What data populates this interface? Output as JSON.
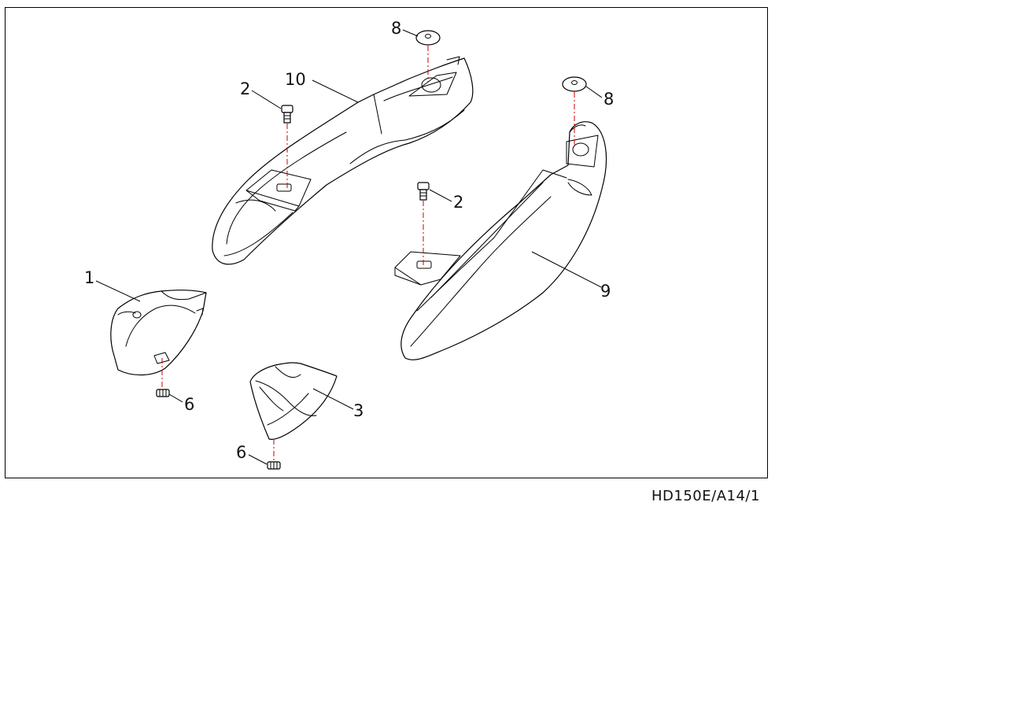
{
  "drawing_code": "HD150E/A14/1",
  "callouts": [
    {
      "id": "c10",
      "text": "10"
    },
    {
      "id": "c8a",
      "text": "8"
    },
    {
      "id": "c2a",
      "text": "2"
    },
    {
      "id": "c8b",
      "text": "8"
    },
    {
      "id": "c2b",
      "text": "2"
    },
    {
      "id": "c9",
      "text": "9"
    },
    {
      "id": "c1",
      "text": "1"
    },
    {
      "id": "c6a",
      "text": "6"
    },
    {
      "id": "c3",
      "text": "3"
    },
    {
      "id": "c6b",
      "text": "6"
    }
  ],
  "colors": {
    "line": "#000000",
    "axis": "#cc0000",
    "background": "#ffffff"
  }
}
